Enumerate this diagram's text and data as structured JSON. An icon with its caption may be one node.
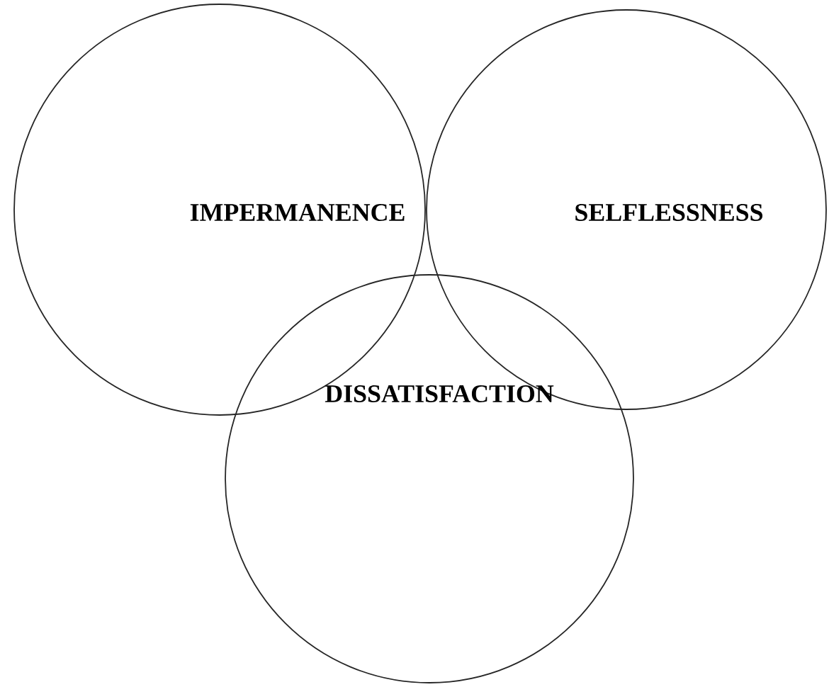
{
  "diagram": {
    "nodes": [
      {
        "text": [
          "IMPERMANENCE"
        ]
      },
      {
        "text": [
          "SELFLESSNESS"
        ]
      },
      {
        "text": [
          "DISSATISFACTION"
        ]
      }
    ]
  }
}
